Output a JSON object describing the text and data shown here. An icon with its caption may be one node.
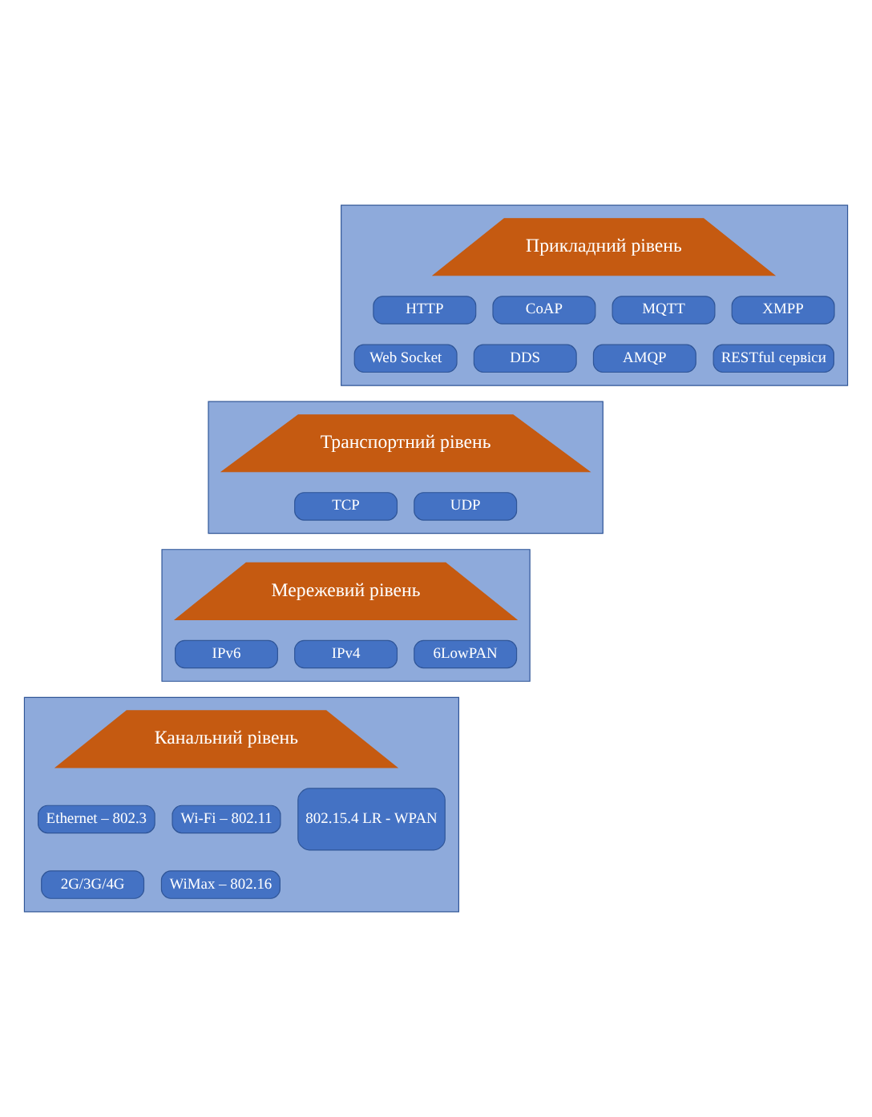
{
  "diagram": {
    "nodes": [
      {
        "text": [],
        "shape": "box"
      },
      {
        "text": [
          "Прикладний рівень"
        ],
        "in": 0
      },
      {
        "text": [
          "HTTP"
        ],
        "in": 0
      },
      {
        "text": [
          "CoAP"
        ],
        "in": 0
      },
      {
        "text": [
          "MQTT"
        ],
        "in": 0
      },
      {
        "text": [
          "XMPP"
        ],
        "in": 0
      },
      {
        "text": [
          "Web Socket"
        ],
        "in": 0
      },
      {
        "text": [
          "DDS"
        ],
        "in": 0
      },
      {
        "text": [
          "AMQP"
        ],
        "in": 0
      },
      {
        "text": [
          "RESTful сервіси"
        ],
        "in": 0
      },
      {
        "text": [],
        "shape": "box"
      },
      {
        "text": [
          "Транспортний рівень"
        ],
        "in": 10
      },
      {
        "text": [
          "TCP"
        ],
        "in": 10
      },
      {
        "text": [
          "UDP"
        ],
        "in": 10
      },
      {
        "text": [],
        "shape": "box"
      },
      {
        "text": [
          "Мережевий рівень"
        ],
        "in": 14
      },
      {
        "text": [
          "IPv6"
        ],
        "in": 14
      },
      {
        "text": [
          "IPv4"
        ],
        "in": 14
      },
      {
        "text": [
          "6LowPAN"
        ],
        "in": 14
      },
      {
        "text": [],
        "shape": "box"
      },
      {
        "text": [
          "Канальний рівень"
        ],
        "in": 19
      },
      {
        "text": [
          "Ethernet – 802.3"
        ],
        "in": 19
      },
      {
        "text": [
          "Wi-Fi – 802.11"
        ],
        "in": 19
      },
      {
        "text": [
          "802.15.4 LR - WPAN"
        ],
        "in": 19
      },
      {
        "text": [
          "2G/3G/4G"
        ],
        "in": 19
      },
      {
        "text": [
          "WiMax – 802.16"
        ],
        "in": 19
      }
    ],
    "edges": []
  }
}
